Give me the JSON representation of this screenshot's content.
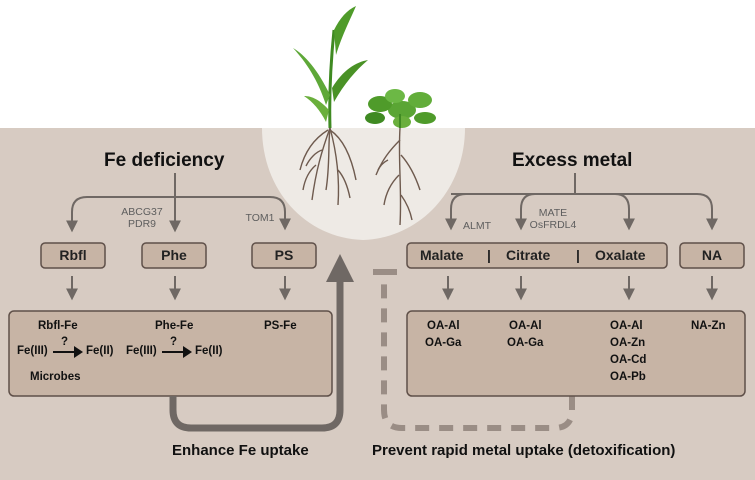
{
  "left": {
    "title": "Fe deficiency",
    "transporters": {
      "abcg37": "ABCG37",
      "pdr9": "PDR9",
      "tom1": "TOM1"
    },
    "compounds": {
      "rbfl": "Rbfl",
      "phe": "Phe",
      "ps": "PS"
    },
    "complexes": {
      "rbfl_fe": "Rbfl-Fe",
      "phe_fe": "Phe-Fe",
      "ps_fe": "PS-Fe",
      "fe3_a": "Fe(III)",
      "fe2_a": "Fe(II)",
      "fe3_b": "Fe(III)",
      "fe2_b": "Fe(II)",
      "q_a": "?",
      "q_b": "?",
      "microbes": "Microbes"
    },
    "bottom_label": "Enhance Fe uptake"
  },
  "right": {
    "title": "Excess metal",
    "transporters": {
      "almt": "ALMT",
      "mate": "MATE",
      "osfrdl4": "OsFRDL4"
    },
    "compounds": {
      "malate": "Malate",
      "sep1": "|",
      "citrate": "Citrate",
      "sep2": "|",
      "oxalate": "Oxalate",
      "na": "NA"
    },
    "complexes": {
      "malate_c": [
        "OA-Al",
        "OA-Ga"
      ],
      "citrate_c": [
        "OA-Al",
        "OA-Ga"
      ],
      "oxalate_c": [
        "OA-Al",
        "OA-Zn",
        "OA-Cd",
        "OA-Pb"
      ],
      "na_c": [
        "NA-Zn"
      ]
    },
    "bottom_label": "Prevent rapid metal uptake (detoxification)"
  },
  "colors": {
    "soil": "#d7cbc2",
    "box_fill": "#c7b4a5",
    "box_stroke": "#5f5049",
    "arrow": "#6f6864",
    "dashed": "#9a8d85",
    "leaf_green": "#4f9b2a",
    "root": "#6e5a4e"
  }
}
